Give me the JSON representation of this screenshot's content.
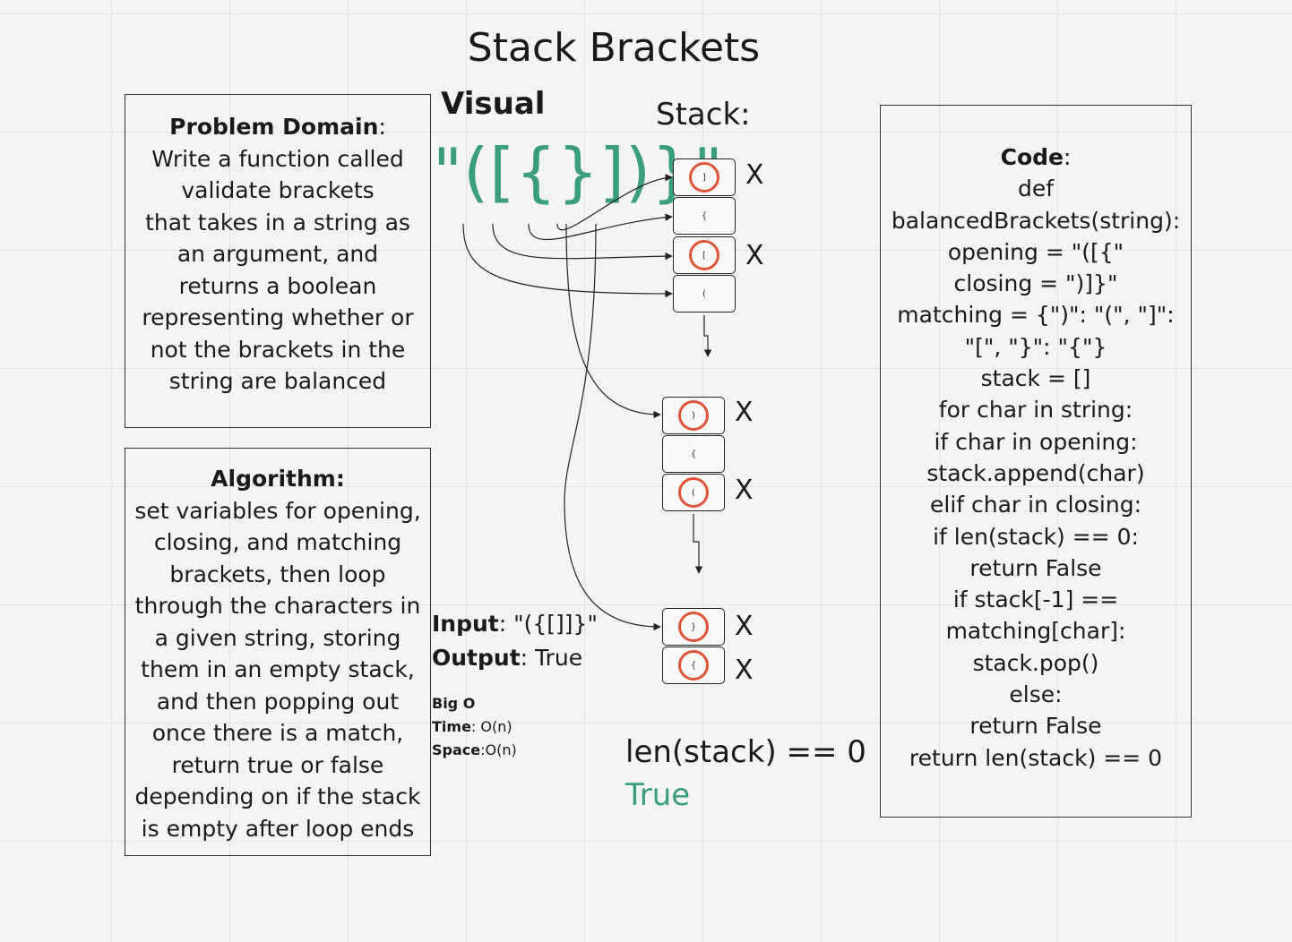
{
  "title": "Stack Brackets",
  "problem_domain": {
    "heading": "Problem Domain",
    "lines": [
      "Write a function called",
      "validate brackets",
      "that takes in a string as",
      "an argument, and",
      "returns a boolean",
      "representing whether or",
      "not the brackets in the",
      "string are balanced"
    ]
  },
  "algorithm": {
    "heading": "Algorithm:",
    "lines": [
      "set variables for opening,",
      "closing, and matching",
      "brackets, then loop",
      "through the characters in",
      "a given string, storing",
      "them in an empty stack,",
      "and then popping out",
      "once there is a match,",
      "return true or false",
      "depending on if the stack",
      "is empty after loop ends"
    ]
  },
  "visual": {
    "heading": "Visual",
    "stack_label": "Stack:",
    "bracket_string": "\"([{}])}\"",
    "stacks": [
      {
        "cells": [
          {
            "char": "]",
            "matched": true,
            "mark": "X"
          },
          {
            "char": "{",
            "matched": false,
            "mark": ""
          },
          {
            "char": "[",
            "matched": true,
            "mark": "X"
          },
          {
            "char": "(",
            "matched": false,
            "mark": ""
          }
        ]
      },
      {
        "cells": [
          {
            "char": ")",
            "matched": true,
            "mark": "X"
          },
          {
            "char": "{",
            "matched": false,
            "mark": ""
          },
          {
            "char": "(",
            "matched": true,
            "mark": "X"
          }
        ]
      },
      {
        "cells": [
          {
            "char": "}",
            "matched": true,
            "mark": "X"
          },
          {
            "char": "{",
            "matched": true,
            "mark": "X"
          }
        ]
      }
    ],
    "result_expression": "len(stack) == 0",
    "result_value": "True"
  },
  "io": {
    "input_label": "Input",
    "input_value": ": \"({[]]}\"",
    "output_label": "Output",
    "output_value": ": True"
  },
  "big_o": {
    "heading": "Big O",
    "time_label": "Time",
    "time_value": ": O(n)",
    "space_label": "Space",
    "space_value": ":O(n)"
  },
  "code": {
    "heading": "Code",
    "lines": [
      "def",
      "balancedBrackets(string):",
      "opening = \"([{\"",
      "closing = \")]}\"",
      "matching = {\")\": \"(\", \"]\":",
      "\"[\", \"}\": \"{\"}",
      "stack = []",
      "for char in string:",
      "if char in opening:",
      "stack.append(char)",
      "elif char in closing:",
      "if len(stack) == 0:",
      "return False",
      "if stack[-1] ==",
      "matching[char]:",
      "stack.pop()",
      "else:",
      "return False",
      "return len(stack) == 0"
    ]
  },
  "colors": {
    "accent_green": "#3a9e7e",
    "match_circle": "#e0553a"
  }
}
